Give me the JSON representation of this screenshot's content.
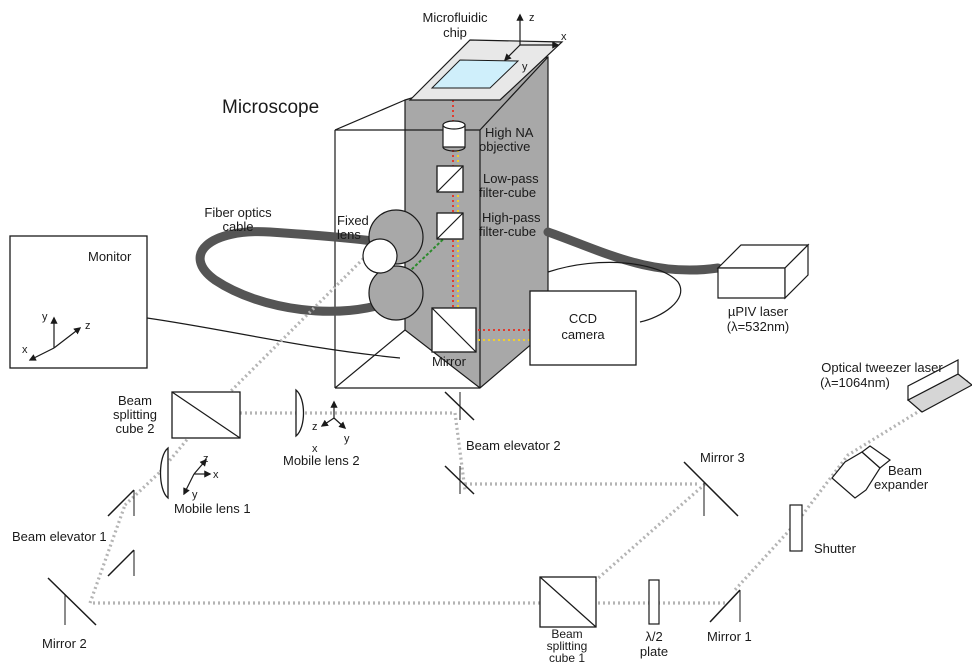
{
  "labels": {
    "microscope": "Microscope",
    "microfluidic_chip": [
      "Microfluidic",
      "chip"
    ],
    "high_na_objective": [
      "High NA",
      "objective"
    ],
    "low_pass_filter": [
      "Low-pass",
      "filter-cube"
    ],
    "high_pass_filter": [
      "High-pass",
      "filter-cube"
    ],
    "fixed_lens": [
      "Fixed",
      "lens"
    ],
    "fiber_optics_cable": [
      "Fiber optics",
      "cable"
    ],
    "monitor": "Monitor",
    "mirror": "Mirror",
    "ccd_camera": [
      "CCD",
      "camera"
    ],
    "upiv_laser": [
      "µPIV laser",
      "(λ=532nm)"
    ],
    "optical_tweezer_laser": [
      "Optical tweezer laser",
      "(λ=1064nm)"
    ],
    "beam_expander": [
      "Beam",
      "expander"
    ],
    "shutter": "Shutter",
    "beam_splitting_cube_2": [
      "Beam",
      "splitting",
      "cube 2"
    ],
    "beam_splitting_cube_1": [
      "Beam",
      "splitting",
      "cube 1"
    ],
    "mobile_lens_2": "Mobile lens 2",
    "mobile_lens_1": "Mobile lens 1",
    "beam_elevator_2": "Beam elevator 2",
    "beam_elevator_1": "Beam elevator 1",
    "mirror_3": "Mirror 3",
    "mirror_2": "Mirror 2",
    "mirror_1": "Mirror 1",
    "half_wave_plate": [
      "λ/2",
      "plate"
    ]
  },
  "axes": {
    "chip": {
      "x": "x",
      "y": "y",
      "z": "z"
    },
    "monitor": {
      "x": "x",
      "y": "y",
      "z": "z"
    },
    "mobile_lens_2": {
      "x": "x",
      "y": "y",
      "z": "z"
    },
    "mobile_lens_1": {
      "x": "x",
      "y": "y",
      "z": "z"
    }
  },
  "colors": {
    "microscope_back": "#a8a8a8",
    "chip_window": "#cfeffb",
    "beam_ir": "#b4b4b4",
    "beam_red": "#e23b2e",
    "beam_yellow": "#f2cf2c",
    "beam_green": "#2c8a2c",
    "cable": "#555555"
  }
}
